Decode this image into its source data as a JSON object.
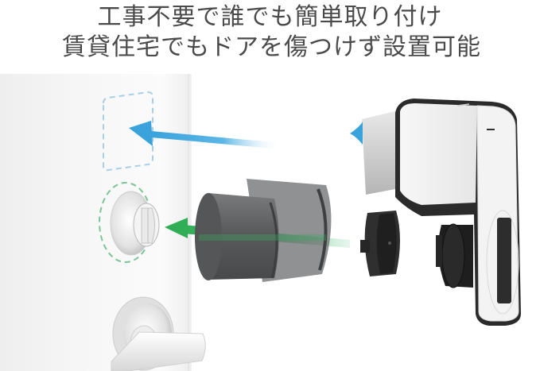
{
  "headline": {
    "line1": "工事不要で誰でも簡単取り付け",
    "line2": "賃貸住宅でもドアを傷つけず設置可能"
  },
  "illustration": {
    "description": "Exploded view: smart lock attaching to door with adhesive plate and thumbturn adapter",
    "parts": [
      {
        "name": "door",
        "icon": "door-panel"
      },
      {
        "name": "adhesive-target-area",
        "icon": "dashed-square-outline"
      },
      {
        "name": "thumbturn",
        "icon": "thumbturn-knob"
      },
      {
        "name": "door-lever",
        "icon": "lever-handle"
      },
      {
        "name": "thumbturn-adapter",
        "icon": "cylinder-adapter"
      },
      {
        "name": "mount-plate",
        "icon": "black-mount-plate"
      },
      {
        "name": "smart-lock-body",
        "icon": "smart-lock-device"
      },
      {
        "name": "adhesive-tape",
        "icon": "adhesive-sheet"
      }
    ],
    "arrows": [
      {
        "name": "adhesive-arrow",
        "color": "#3aa3dc",
        "direction": "left"
      },
      {
        "name": "thumbturn-arrow",
        "color": "#2fae55",
        "direction": "left"
      }
    ],
    "colors": {
      "text": "#4a4a4a",
      "door": "#f3f3f3",
      "device_body": "#f1f1f1",
      "device_dark": "#2b2b2b",
      "adapter": "#5e5f60",
      "blue_accent": "#3aa3dc",
      "green_accent": "#2fae55"
    }
  }
}
